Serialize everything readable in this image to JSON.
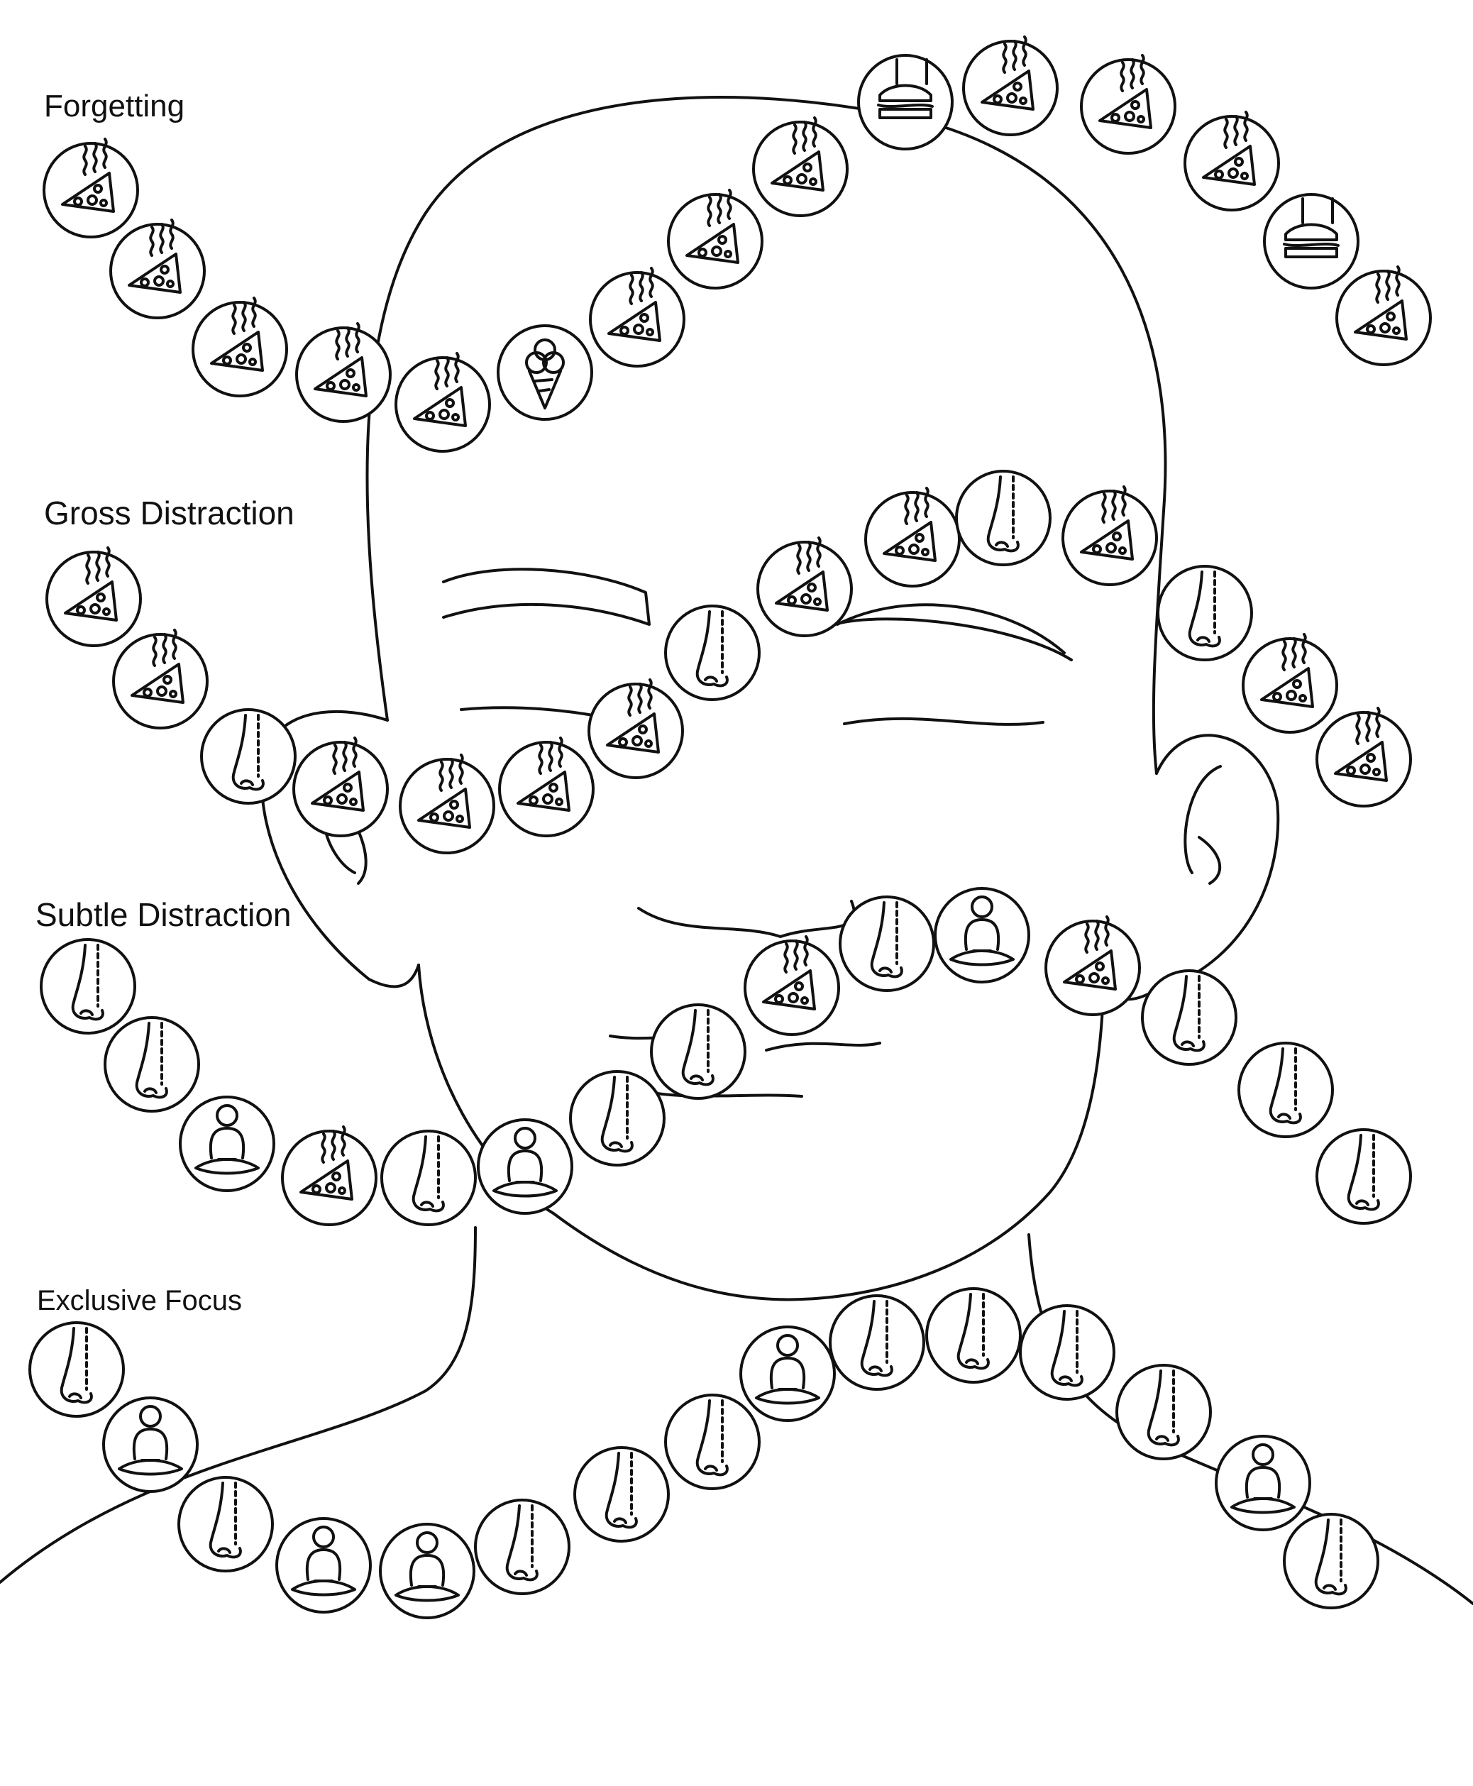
{
  "colors": {
    "ink": "#111111",
    "background": "#ffffff",
    "bead_fill": "#ffffff"
  },
  "sections": [
    {
      "id": "forgetting",
      "label": "Forgetting",
      "beads": [
        "pizza-icon",
        "pizza-icon",
        "pizza-icon",
        "pizza-icon",
        "pizza-icon",
        "ice-cream-icon",
        "pizza-icon",
        "pizza-icon",
        "pizza-icon",
        "sandwich-icon",
        "pizza-icon",
        "pizza-icon",
        "pizza-icon",
        "sandwich-icon",
        "pizza-icon"
      ]
    },
    {
      "id": "gross",
      "label": "Gross Distraction",
      "beads": [
        "pizza-icon",
        "pizza-icon",
        "nose-icon",
        "pizza-icon",
        "pizza-icon",
        "pizza-icon",
        "pizza-icon",
        "nose-icon",
        "pizza-icon",
        "pizza-icon",
        "nose-icon",
        "pizza-icon",
        "nose-icon",
        "pizza-icon",
        "pizza-icon"
      ]
    },
    {
      "id": "subtle",
      "label": "Subtle Distraction",
      "beads": [
        "nose-icon",
        "nose-icon",
        "meditator-icon",
        "pizza-icon",
        "nose-icon",
        "meditator-icon",
        "nose-icon",
        "nose-icon",
        "pizza-icon",
        "nose-icon",
        "meditator-icon",
        "pizza-icon",
        "nose-icon",
        "nose-icon",
        "nose-icon"
      ]
    },
    {
      "id": "exclusive",
      "label": "Exclusive Focus",
      "beads": [
        "nose-icon",
        "meditator-icon",
        "nose-icon",
        "meditator-icon",
        "meditator-icon",
        "nose-icon",
        "nose-icon",
        "nose-icon",
        "meditator-icon",
        "nose-icon",
        "nose-icon",
        "nose-icon",
        "nose-icon",
        "meditator-icon",
        "nose-icon"
      ]
    }
  ]
}
